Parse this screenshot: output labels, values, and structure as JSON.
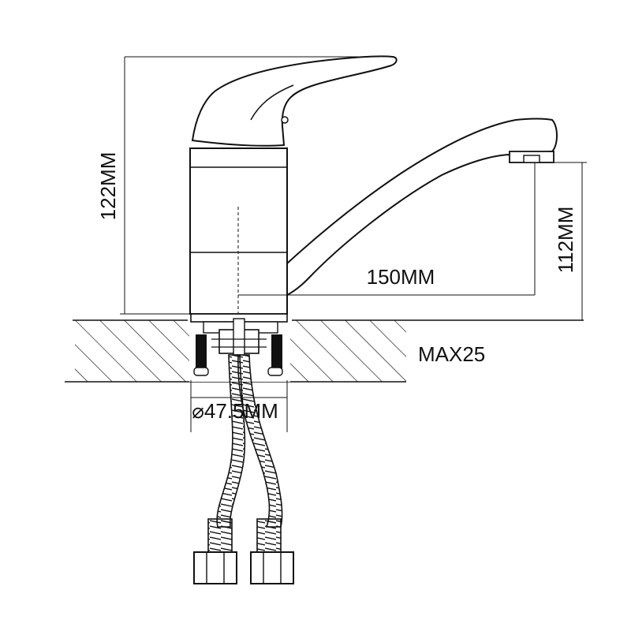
{
  "dimensions": {
    "height_total": "122MM",
    "spout_height": "112MM",
    "spout_reach": "150MM",
    "max_counter_thickness": "MAX25",
    "mount_diameter": "⌀47.5MM"
  },
  "colors": {
    "stroke": "#111111",
    "background": "#ffffff",
    "fill": "#ffffff"
  }
}
